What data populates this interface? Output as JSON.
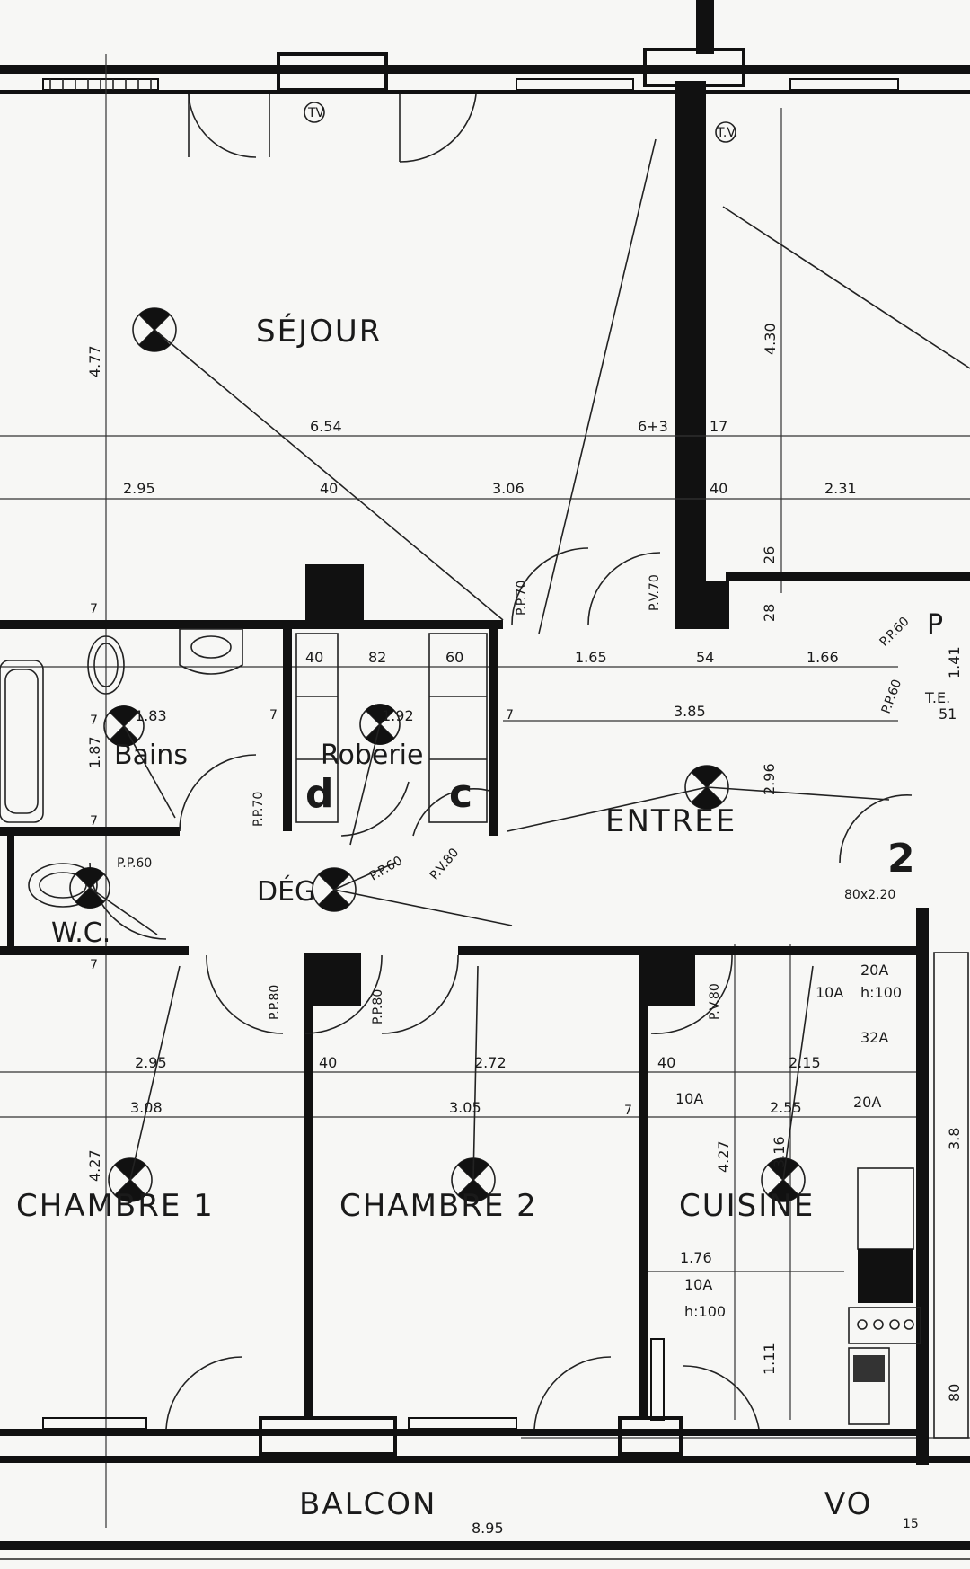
{
  "rooms": {
    "sejour": "SÉJOUR",
    "bains": "Bains",
    "roberie": "Roberie",
    "wc": "W.C.",
    "deg": "DÉG",
    "entree": "ENTREE",
    "chambre1": "CHAMBRE 1",
    "chambre2": "CHAMBRE 2",
    "cuisine": "CUISINE",
    "balcon": "BALCON",
    "vo": "VO"
  },
  "markers": {
    "d": "d",
    "c": "c",
    "two": "2",
    "p": "P",
    "te": "T.E."
  },
  "door_labels": {
    "pp80_a": "P.P.80",
    "pp80_b": "P.P.80",
    "pv80_a": "P.V.80",
    "pv80_b": "P.V.80",
    "pp70": "P.P.70",
    "pp60_a": "P.P.60",
    "pp60_b": "P.P.60",
    "pp60_c": "P.P.60",
    "pp60_d": "P.P.60",
    "pv70": "P.V.70",
    "pp70_b": "P.P.70",
    "door_size": "80x2.20",
    "tv1": "TV",
    "tv2": "T.V."
  },
  "electrical": {
    "a20_1": "20A",
    "h100_1": "h:100",
    "a10_1": "10A",
    "a32": "32A",
    "a20_2": "20A",
    "a10_2": "10A",
    "a10_3": "10A",
    "h100_2": "h:100"
  },
  "dimensions": {
    "d_654": "6.54",
    "d_643": "6+3",
    "d_17a": "17",
    "d_295a": "2.95",
    "d_40a": "40",
    "d_306": "3.06",
    "d_40b": "40",
    "d_231": "2.31",
    "d_477": "4.77",
    "d_430": "4.30",
    "d_26": "26",
    "d_28": "28",
    "d_40c": "40",
    "d_82": "82",
    "d_60": "60",
    "d_165": "1.65",
    "d_54": "54",
    "d_166": "1.66",
    "d_141": "1.41",
    "d_51": "51",
    "d_385": "3.85",
    "d_296": "2.96",
    "d_183": "1.83",
    "d_187": "1.87",
    "d_192": "1.92",
    "d_295b": "2.95",
    "d_40d": "40",
    "d_272": "2.72",
    "d_40e": "40",
    "d_215": "2.15",
    "d_308": "3.08",
    "d_305": "3.05",
    "d_255": "2.55",
    "d_427a": "4.27",
    "d_427b": "4.27",
    "d_316": "3.16",
    "d_176": "1.76",
    "d_111": "1.11",
    "d_895": "8.95",
    "d_15": "15",
    "d_80": "80",
    "d_38": "3.8",
    "d_7a": "7",
    "d_7b": "7",
    "d_7c": "7",
    "d_7d": "7",
    "d_7e": "7",
    "d_7f": "7",
    "d_7g": "7"
  }
}
